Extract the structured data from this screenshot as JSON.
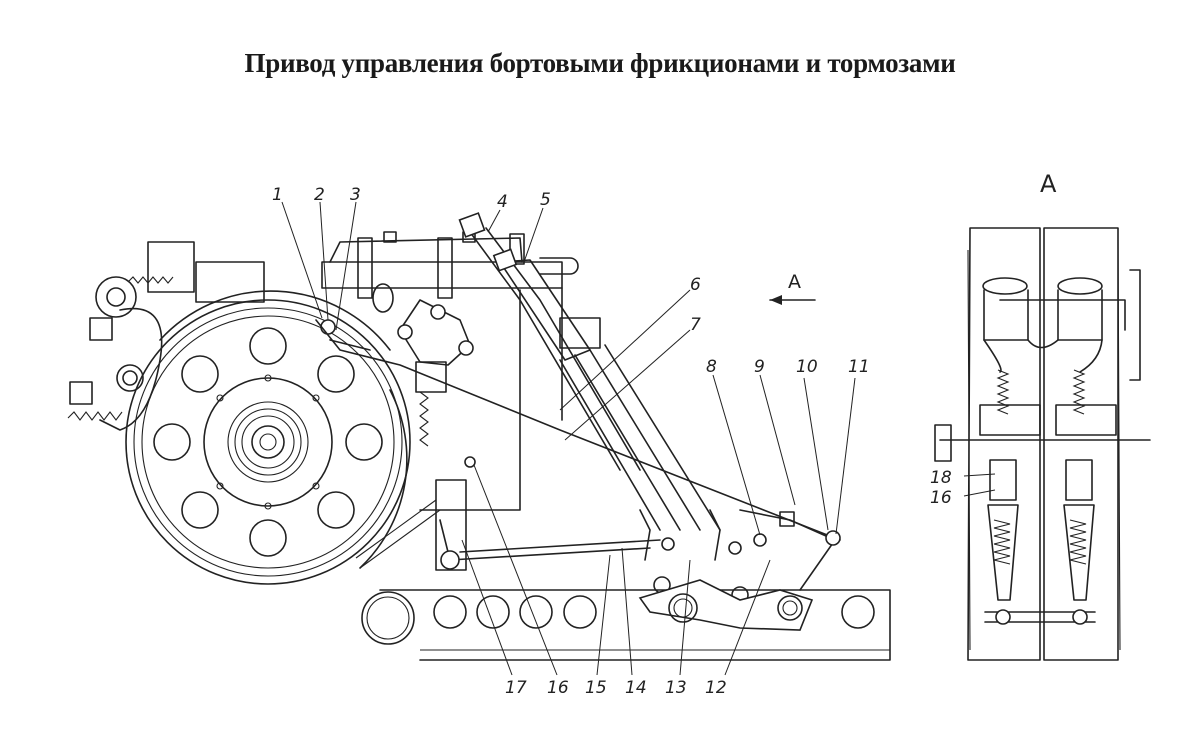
{
  "title": "Привод управления бортовыми фрикционами и тормозами",
  "main_view": {
    "view_arrow_label": "A",
    "callouts": [
      "1",
      "2",
      "3",
      "4",
      "5",
      "6",
      "7",
      "8",
      "9",
      "10",
      "11",
      "12",
      "13",
      "14",
      "15",
      "16",
      "17"
    ]
  },
  "side_view": {
    "label": "A",
    "callouts": [
      "18",
      "16"
    ]
  }
}
